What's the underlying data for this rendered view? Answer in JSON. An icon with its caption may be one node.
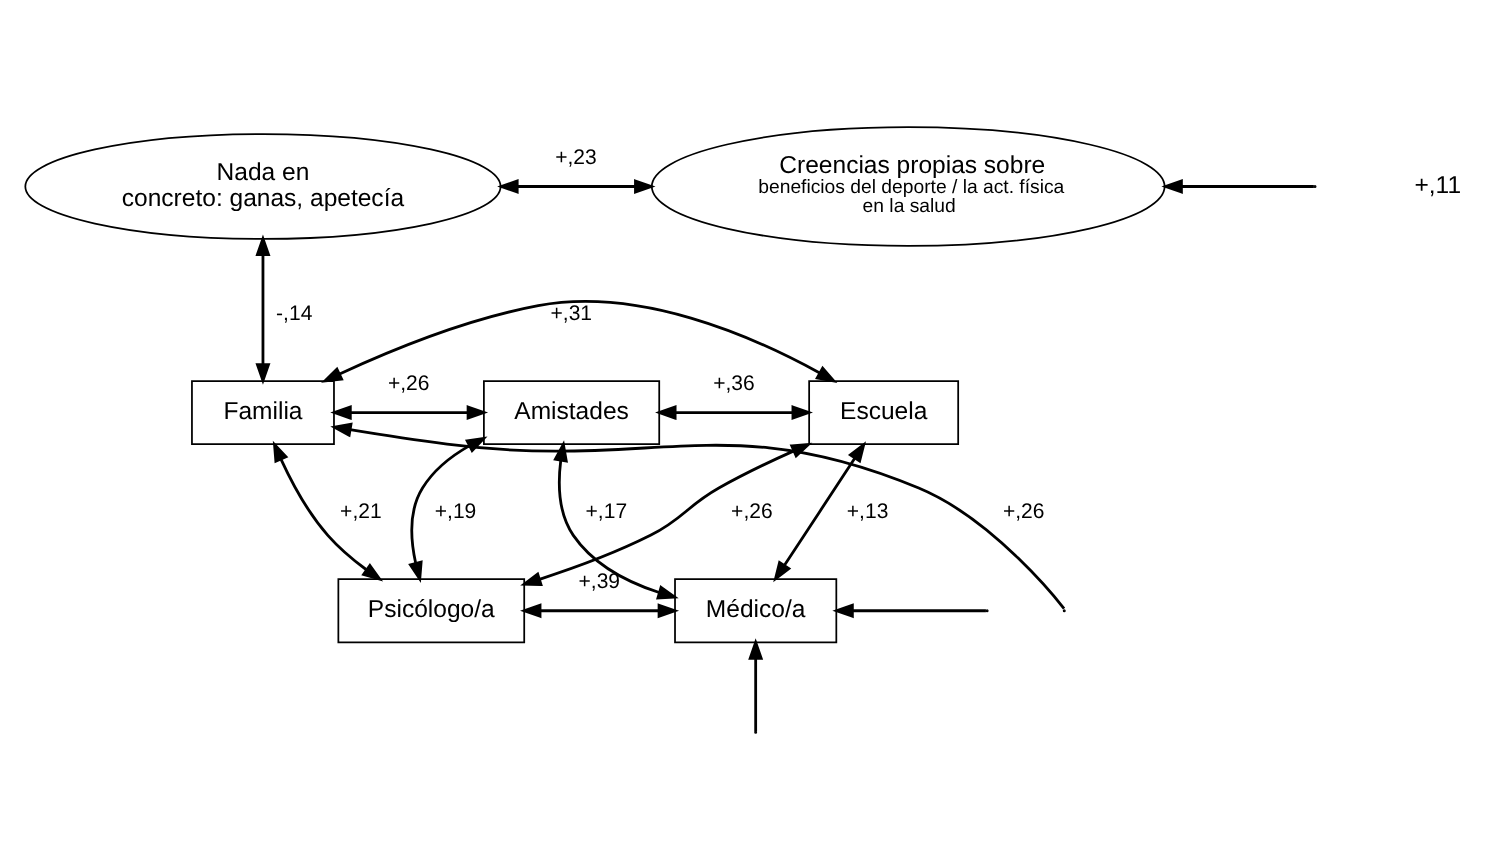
{
  "diagram": {
    "nodes": [
      {
        "text": [
          "Nada en concreto: ganas, apetecía"
        ]
      },
      {
        "text": [
          "Creencias propias sobre",
          "beneficios del deporte / la act. física en la salud"
        ]
      },
      {
        "text": [
          "Familia"
        ]
      },
      {
        "text": [
          "Amistades"
        ]
      },
      {
        "text": [
          "Escuela"
        ]
      },
      {
        "text": [
          "Psicólogo/a"
        ]
      },
      {
        "text": [
          "Médico/a"
        ]
      }
    ],
    "edges": [
      {
        "from": 0,
        "to": 1,
        "arrow": "both",
        "label": "+,23"
      },
      {
        "from": null,
        "to": 1,
        "arrow": "to"
      },
      {
        "from": 0,
        "to": 2,
        "arrow": "both",
        "label": "-,14"
      },
      {
        "from": 2,
        "to": 4,
        "arrow": "both",
        "label": "+,31"
      },
      {
        "from": 2,
        "to": 3,
        "arrow": "both",
        "label": "+,26"
      },
      {
        "from": 3,
        "to": 4,
        "arrow": "both",
        "label": "+,36"
      },
      {
        "from": 2,
        "to": 5,
        "arrow": "both",
        "label": "+,21"
      },
      {
        "from": 3,
        "to": 5,
        "arrow": "both",
        "label": "+,19"
      },
      {
        "from": 4,
        "to": 5,
        "arrow": "both",
        "label": "+,26"
      },
      {
        "from": 3,
        "to": 6,
        "arrow": "both",
        "label": "+,17"
      },
      {
        "from": 4,
        "to": 6,
        "arrow": "both",
        "label": "+,13"
      },
      {
        "from": 5,
        "to": 6,
        "arrow": "both",
        "label": "+,39"
      },
      {
        "from": null,
        "to": 6,
        "arrow": "to"
      },
      {
        "from": null,
        "to": 6,
        "arrow": "to"
      },
      {
        "from": null,
        "to": 2,
        "arrow": "to",
        "label": "+,26"
      }
    ],
    "labels": [
      "+,11"
    ]
  }
}
